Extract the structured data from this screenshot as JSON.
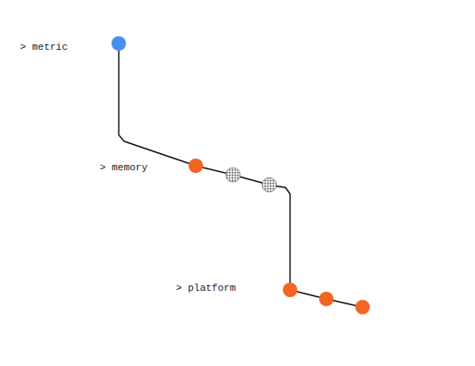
{
  "diagram": {
    "nodes": [
      {
        "text": [
          "> metric"
        ]
      },
      {
        "text": [
          "> memory"
        ]
      },
      {
        "text": [
          "> platform"
        ]
      }
    ],
    "edges": [
      {
        "from": 0,
        "to": 1,
        "arrow": "none"
      },
      {
        "from": 1,
        "to": 2,
        "arrow": "none"
      }
    ]
  }
}
